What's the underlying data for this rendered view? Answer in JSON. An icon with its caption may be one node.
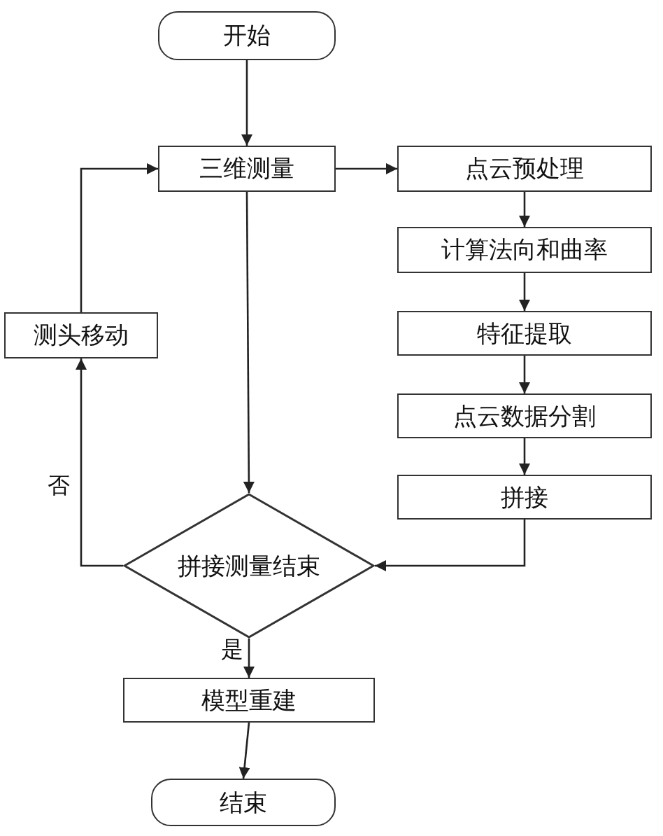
{
  "diagram": {
    "nodes": [
      {
        "text": [
          "开始"
        ]
      },
      {
        "text": [
          "三维测量"
        ]
      },
      {
        "text": [
          "点云预处理"
        ]
      },
      {
        "text": [
          "计算法向和曲率"
        ]
      },
      {
        "text": [
          "特征提取"
        ]
      },
      {
        "text": [
          "点云数据分割"
        ]
      },
      {
        "text": [
          "拼接"
        ]
      },
      {
        "text": [
          "测头移动"
        ]
      },
      {
        "text": [
          "拼接测量结束"
        ]
      },
      {
        "text": [
          "模型重建"
        ]
      },
      {
        "text": [
          "结束"
        ]
      }
    ],
    "edges": [
      {
        "from": 0,
        "to": 1,
        "arrow": "to"
      },
      {
        "from": 1,
        "to": 2,
        "arrow": "to"
      },
      {
        "from": 2,
        "to": 3,
        "arrow": "to"
      },
      {
        "from": 3,
        "to": 4,
        "arrow": "to"
      },
      {
        "from": 4,
        "to": 5,
        "arrow": "to"
      },
      {
        "from": 5,
        "to": 6,
        "arrow": "to"
      },
      {
        "from": 6,
        "to": 8,
        "arrow": "to"
      },
      {
        "from": 1,
        "to": 8,
        "arrow": "to"
      },
      {
        "from": 8,
        "to": 7,
        "label": "否",
        "arrow": "to"
      },
      {
        "from": 7,
        "to": 1,
        "arrow": "to"
      },
      {
        "from": 8,
        "to": 9,
        "label": "是",
        "arrow": "to"
      },
      {
        "from": 9,
        "to": 10,
        "arrow": "to"
      }
    ]
  }
}
